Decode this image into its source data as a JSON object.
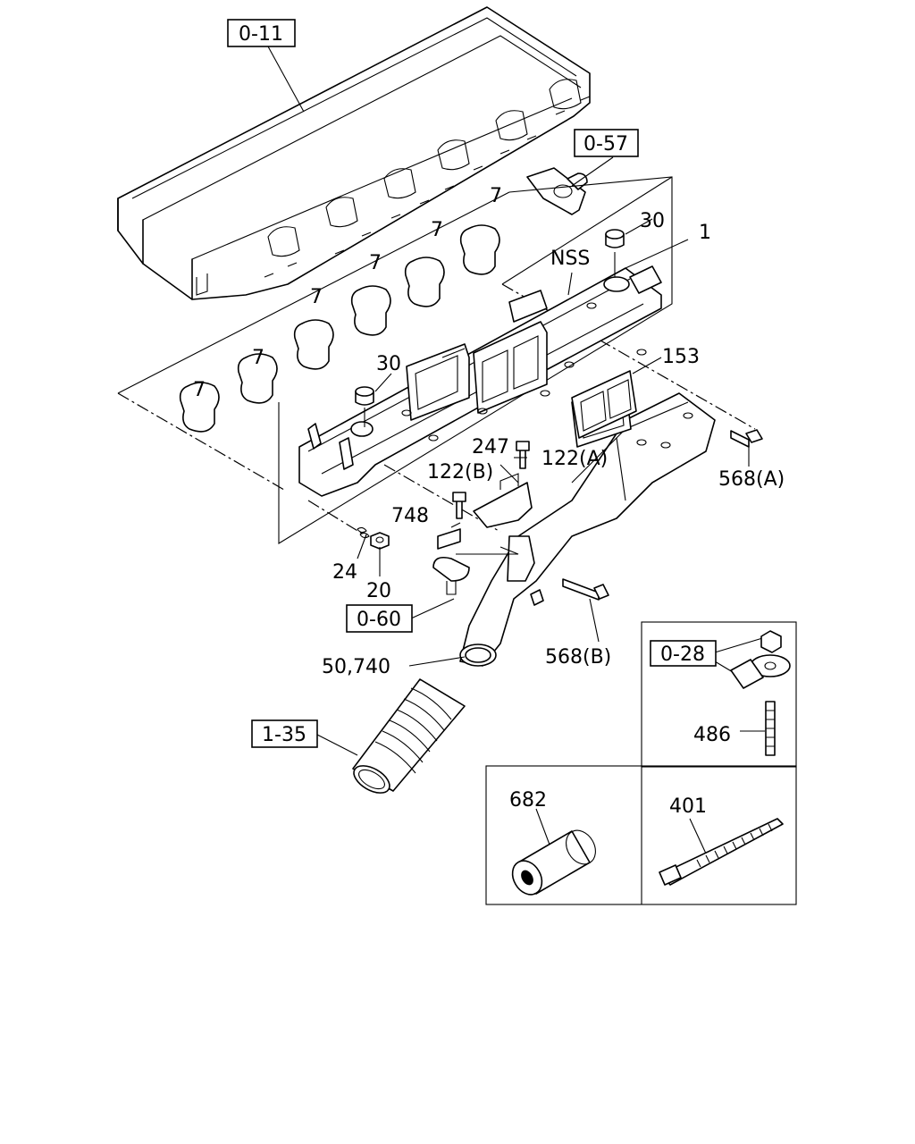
{
  "diagram": {
    "callouts": {
      "ref_0_11": "0-11",
      "ref_0_57": "0-57",
      "ref_0_60": "0-60",
      "ref_0_28": "0-28",
      "ref_1_35": "1-35",
      "part_1": "1",
      "part_7": "7",
      "part_30a": "30",
      "part_30b": "30",
      "part_nss": "NSS",
      "part_153": "153",
      "part_568a": "568(A)",
      "part_568b": "568(B)",
      "part_247": "247",
      "part_122a": "122(A)",
      "part_122b": "122(B)",
      "part_748": "748",
      "part_24": "24",
      "part_20": "20",
      "part_50_740": "50,740",
      "part_486": "486",
      "part_682": "682",
      "part_401": "401"
    }
  }
}
